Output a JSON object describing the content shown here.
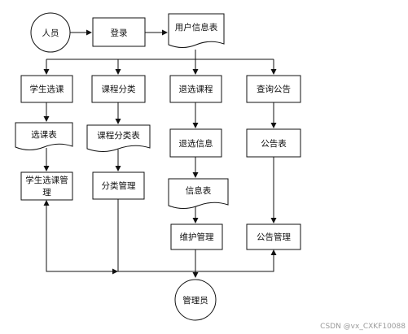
{
  "person": "人员",
  "login": "登录",
  "user_table": "用户信息表",
  "student_select": "学生选课",
  "course_category": "课程分类",
  "drop_course": "退选课程",
  "query_notice": "查询公告",
  "select_table": "选课表",
  "category_table": "课程分类表",
  "drop_info": "退选信息",
  "notice_table": "公告表",
  "info_table": "信息表",
  "select_manage_1": "学生选课管",
  "select_manage_2": "理",
  "category_manage": "分类管理",
  "maintain_manage": "维护管理",
  "notice_manage": "公告管理",
  "admin": "管理员",
  "watermark": "CSDN @vx_CXKF10088"
}
